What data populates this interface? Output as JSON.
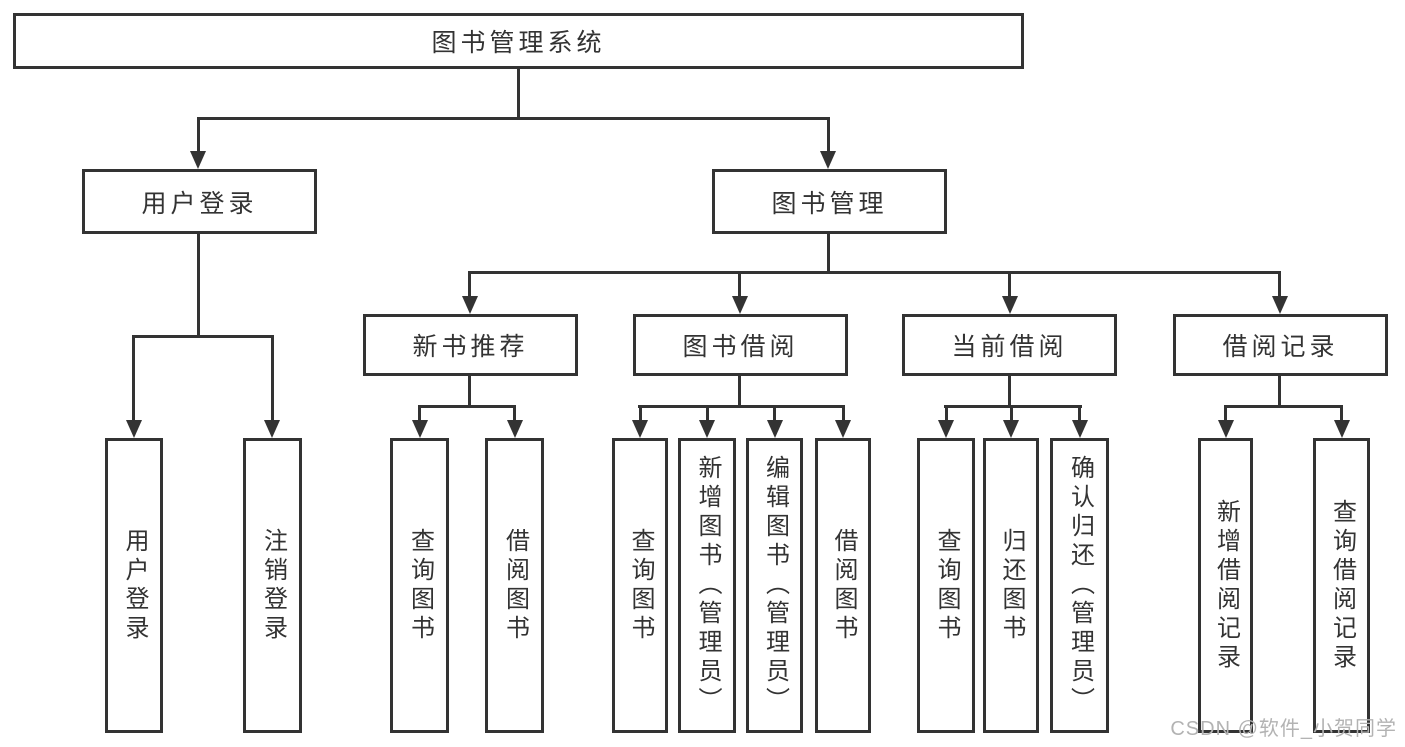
{
  "colors": {
    "line": "#333333",
    "text": "#333333",
    "watermark": "#b3b3b3",
    "bg": "#ffffff"
  },
  "watermark": {
    "text": "CSDN @软件_小贺同学"
  },
  "diagram": {
    "type": "hierarchy-tree",
    "root": {
      "label": "图书管理系统"
    },
    "branches": [
      {
        "label": "用户登录",
        "children": [
          {
            "label": "用户登录"
          },
          {
            "label": "注销登录"
          }
        ]
      },
      {
        "label": "图书管理",
        "children": [
          {
            "label": "新书推荐",
            "children": [
              {
                "label": "查询图书"
              },
              {
                "label": "借阅图书"
              }
            ]
          },
          {
            "label": "图书借阅",
            "children": [
              {
                "label": "查询图书"
              },
              {
                "label": "新增图书（管理员）"
              },
              {
                "label": "编辑图书（管理员）"
              },
              {
                "label": "借阅图书"
              }
            ]
          },
          {
            "label": "当前借阅",
            "children": [
              {
                "label": "查询图书"
              },
              {
                "label": "归还图书"
              },
              {
                "label": "确认归还（管理员）"
              }
            ]
          },
          {
            "label": "借阅记录",
            "children": [
              {
                "label": "新增借阅记录"
              },
              {
                "label": "查询借阅记录"
              }
            ]
          }
        ]
      }
    ]
  }
}
